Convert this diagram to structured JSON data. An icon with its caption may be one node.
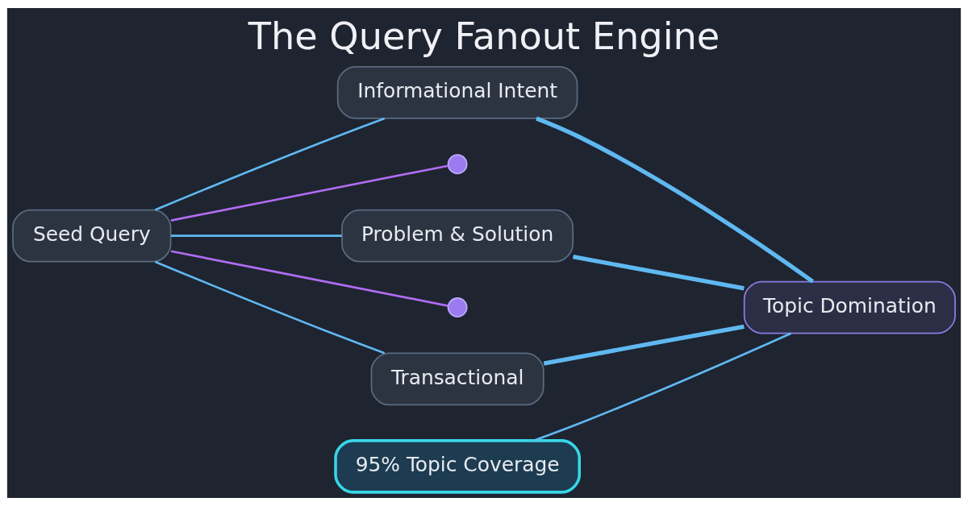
{
  "diagram": {
    "title": "The Query Fanout Engine",
    "nodes": [
      {
        "text": [
          "Seed Query"
        ]
      },
      {
        "text": [
          "Informational Intent"
        ]
      },
      {
        "text": [],
        "shape": "circle"
      },
      {
        "text": [
          "Problem & Solution"
        ]
      },
      {
        "text": [],
        "shape": "circle"
      },
      {
        "text": [
          "Transactional"
        ]
      },
      {
        "text": [
          "Topic Domination"
        ]
      },
      {
        "text": [
          "95% Topic Coverage"
        ]
      }
    ],
    "edges": [
      {
        "from": 0,
        "to": 1,
        "arrow": "none"
      },
      {
        "from": 0,
        "to": 2,
        "arrow": "none",
        "color": "#b06cf0"
      },
      {
        "from": 0,
        "to": 3,
        "arrow": "none"
      },
      {
        "from": 0,
        "to": 4,
        "arrow": "none",
        "color": "#b06cf0"
      },
      {
        "from": 0,
        "to": 5,
        "arrow": "none"
      },
      {
        "from": 1,
        "to": 6,
        "arrow": "none",
        "style": "thick"
      },
      {
        "from": 3,
        "to": 6,
        "arrow": "none",
        "style": "thick"
      },
      {
        "from": 5,
        "to": 6,
        "arrow": "none",
        "style": "thick"
      },
      {
        "from": 7,
        "to": 6,
        "arrow": "none"
      }
    ]
  }
}
